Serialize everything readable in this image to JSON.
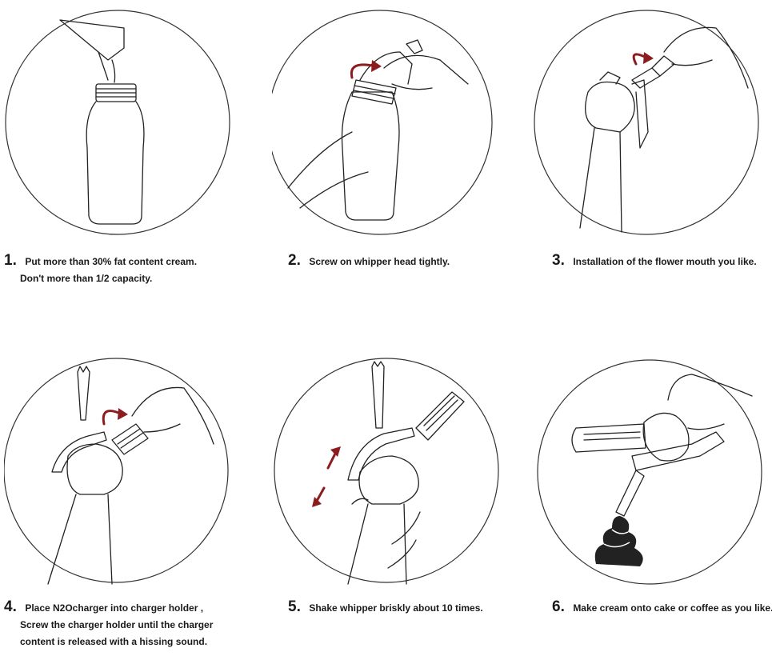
{
  "steps": [
    {
      "number": "1",
      "lines": [
        "Put more than 30% fat content cream.",
        "Don't more than 1/2 capacity."
      ]
    },
    {
      "number": "2",
      "lines": [
        "Screw on whipper head tightly."
      ]
    },
    {
      "number": "3",
      "lines": [
        "Installation of the flower mouth you like."
      ]
    },
    {
      "number": "4",
      "lines": [
        "Place N2Ocharger into charger holder ,",
        "Screw the charger holder until the charger",
        "content is released with a hissing sound."
      ]
    },
    {
      "number": "5",
      "lines": [
        "Shake whipper briskly about 10 times."
      ]
    },
    {
      "number": "6",
      "lines": [
        "Make cream onto cake or coffee as you like."
      ]
    }
  ],
  "colors": {
    "accent_arrow": "#8c1c1f",
    "line_art": "#222222",
    "background": "#ffffff"
  },
  "icons": [
    "pour-cream-icon",
    "screw-head-icon",
    "flower-nozzle-icon",
    "charger-holder-icon",
    "shake-icon",
    "dispense-cream-icon"
  ]
}
